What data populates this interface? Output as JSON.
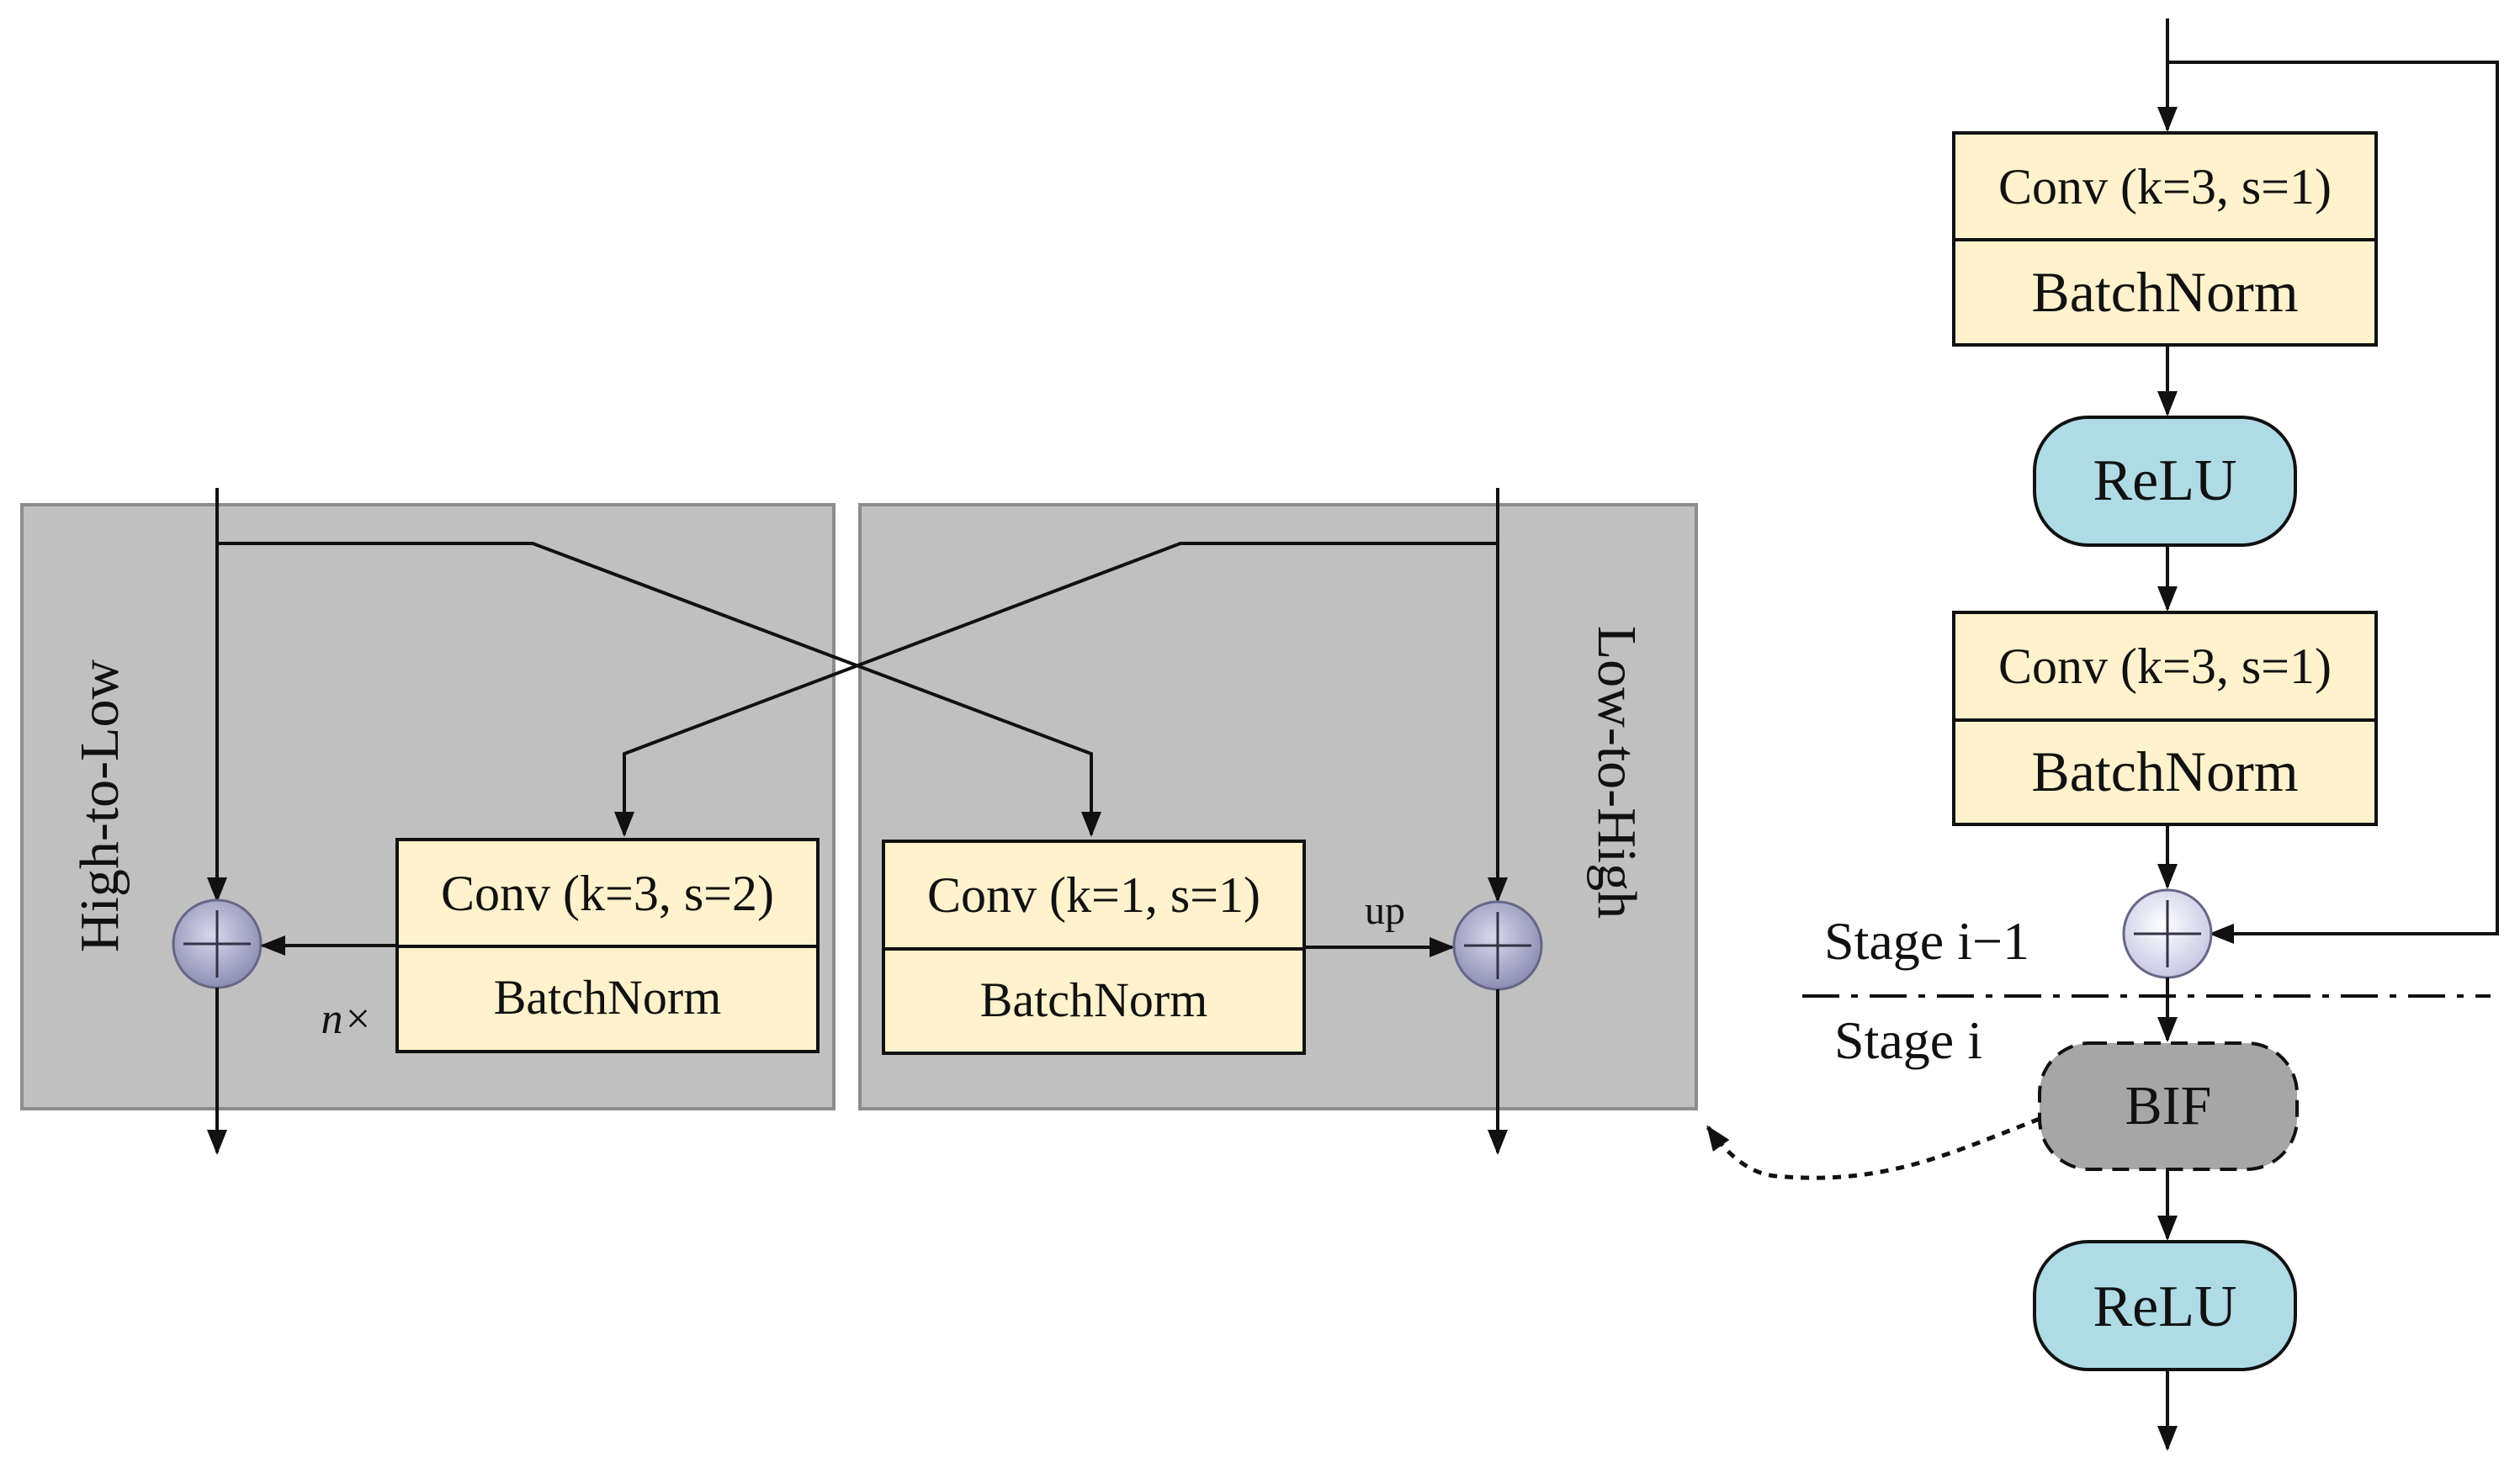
{
  "left_panel": {
    "label": "High-to-Low",
    "conv_label": "Conv (k=3, s=2)",
    "norm_label": "BatchNorm",
    "repeat_label": "n×"
  },
  "middle_panel": {
    "label": "Low-to-High",
    "conv_label": "Conv (k=1, s=1)",
    "norm_label": "BatchNorm",
    "up_label": "up"
  },
  "right_column": {
    "block1": {
      "conv_label": "Conv (k=3, s=1)",
      "norm_label": "BatchNorm"
    },
    "relu1_label": "ReLU",
    "block2": {
      "conv_label": "Conv (k=3, s=1)",
      "norm_label": "BatchNorm"
    },
    "stage_prev_label": "Stage i−1",
    "stage_curr_label": "Stage i",
    "bif_label": "BIF",
    "relu2_label": "ReLU"
  },
  "colors": {
    "panel_fill": "#c0c0c0",
    "box_fill": "#fff2cc",
    "relu_fill": "#aedbe6",
    "bif_fill": "#a6a6a6"
  }
}
